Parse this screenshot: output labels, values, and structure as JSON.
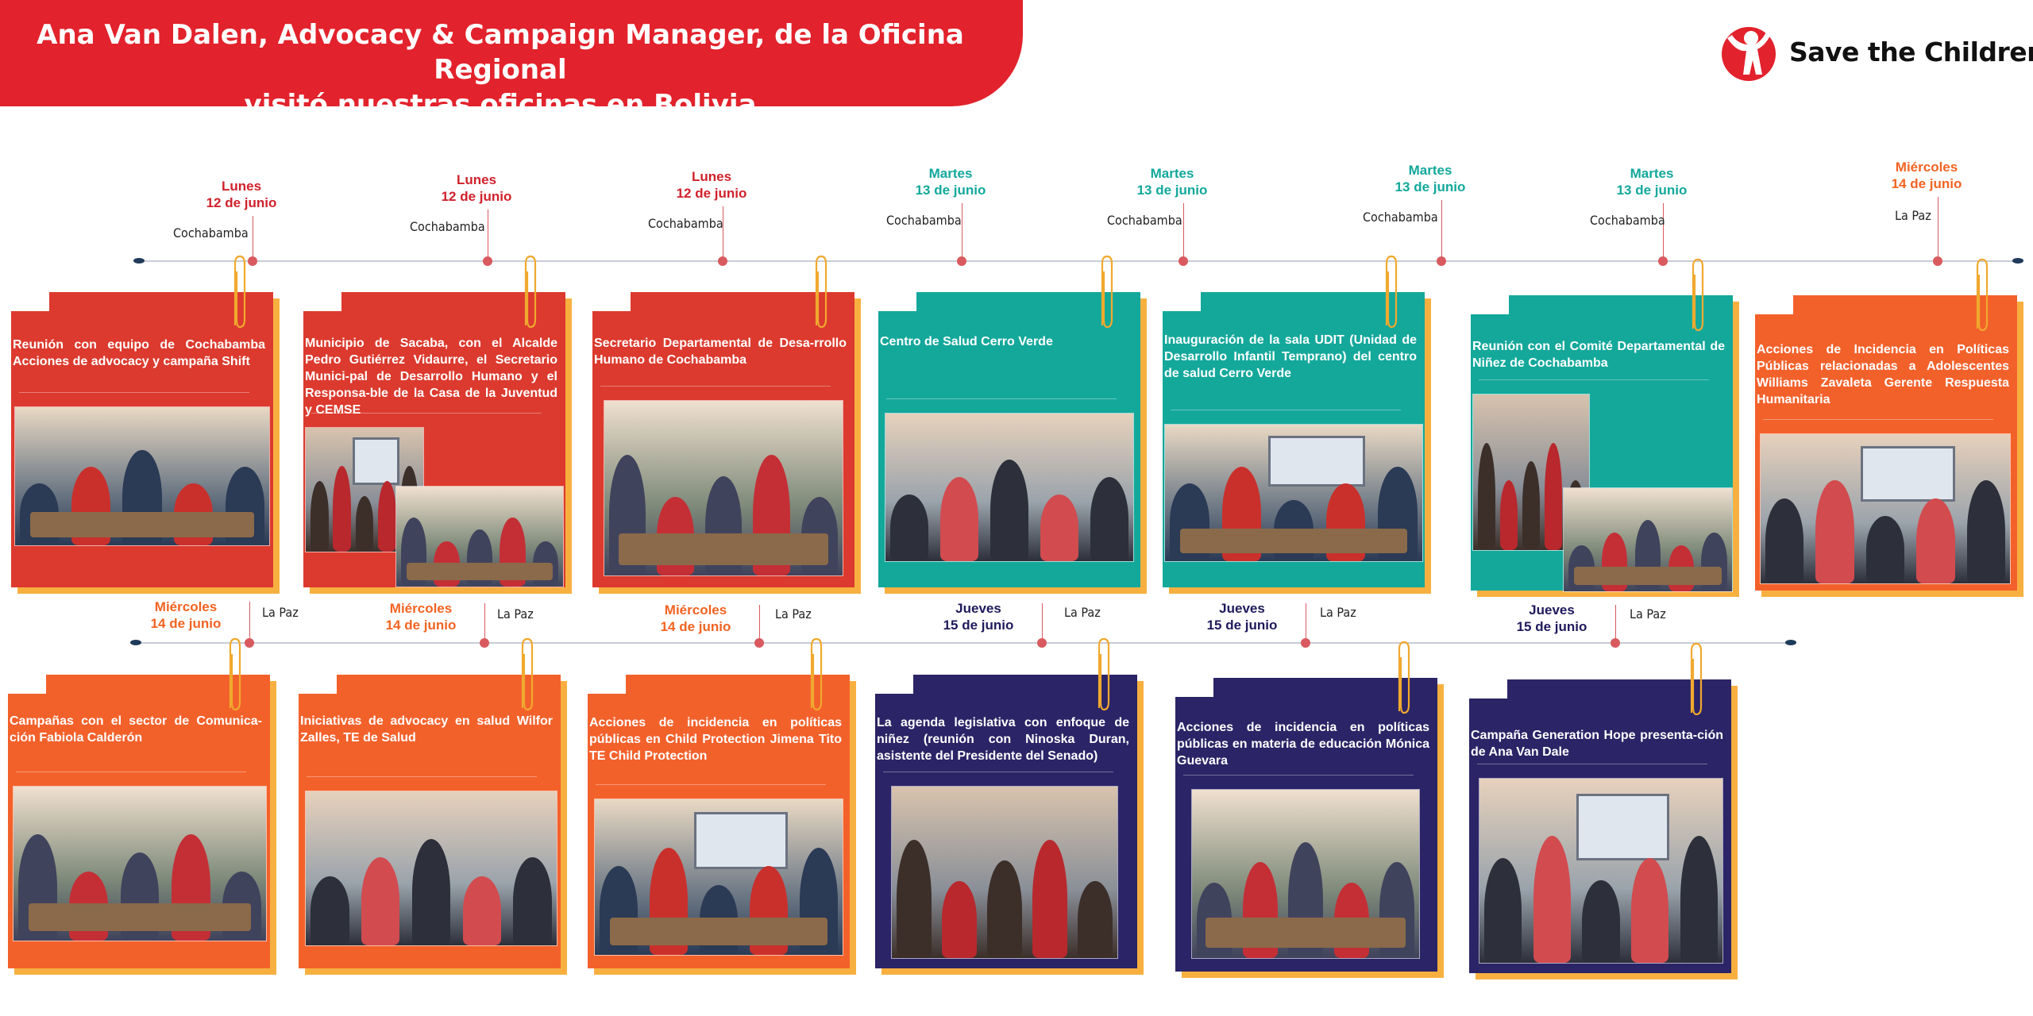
{
  "header": {
    "title_line1": "Ana Van Dalen, Advocacy & Campaign Manager, de la Oficina Regional",
    "title_line2": "visitó nuestras oficinas en Bolivia"
  },
  "logo": {
    "text": "Save the Children",
    "icon": "save-the-children-logo-icon",
    "color": "#e2222c"
  },
  "colors": {
    "red": "#e2222c",
    "teal": "#12a89b",
    "orange": "#f26322",
    "navy": "#2b2466",
    "accent_shadow": "#f7b040"
  },
  "timeline_top": [
    {
      "day": "Lunes",
      "date": "12 de junio",
      "city": "Cochabamba",
      "title": "Reunión con equipo de Cochabamba Acciones de advocacy y campaña Shift",
      "color": "red"
    },
    {
      "day": "Lunes",
      "date": "12 de junio",
      "city": "Cochabamba",
      "title": "Municipio de Sacaba, con el Alcalde Pedro Gutiérrez Vidaurre, el Secretario Munici-pal de Desarrollo Humano y el Responsa-ble de la Casa de la Juventud y CEMSE",
      "color": "red"
    },
    {
      "day": "Lunes",
      "date": "12 de junio",
      "city": "Cochabamba",
      "title": "Secretario Departamental de Desa-rrollo Humano de Cochabamba",
      "color": "red"
    },
    {
      "day": "Martes",
      "date": "13 de junio",
      "city": "Cochabamba",
      "title": "Centro de Salud Cerro Verde",
      "color": "teal"
    },
    {
      "day": "Martes",
      "date": "13 de junio",
      "city": "Cochabamba",
      "title": "Inauguración de la sala UDIT (Unidad de Desarrollo Infantil Temprano) del centro de salud Cerro Verde",
      "color": "teal"
    },
    {
      "day": "Martes",
      "date": "13 de junio",
      "city": "Cochabamba",
      "title": "Reunión con el Comité Departamental de Niñez de Cochabamba",
      "color": "teal"
    },
    {
      "day": "Martes",
      "date": "13 de junio",
      "city": "Cochabamba",
      "title": "",
      "color": "teal"
    },
    {
      "day": "Miércoles",
      "date": "14 de junio",
      "city": "La Paz",
      "title": "Acciones de Incidencia en Políticas Públicas relacionadas a Adolescentes Williams Zavaleta Gerente Respuesta Humanitaria",
      "color": "orange"
    }
  ],
  "timeline_bottom": [
    {
      "day": "Miércoles",
      "date": "14 de junio",
      "city": "La Paz",
      "title": "Campañas con el sector de Comunica-ción Fabiola Calderón",
      "color": "orange"
    },
    {
      "day": "Miércoles",
      "date": "14 de junio",
      "city": "La Paz",
      "title": "Iniciativas de advocacy en salud Wilfor Zalles, TE de Salud",
      "color": "orange"
    },
    {
      "day": "Miércoles",
      "date": "14 de junio",
      "city": "La Paz",
      "title": "Acciones de incidencia en políticas públicas en Child Protection Jimena Tito TE Child Protection",
      "color": "orange"
    },
    {
      "day": "Jueves",
      "date": "15 de junio",
      "city": "La Paz",
      "title": "La agenda legislativa con enfoque de niñez (reunión con Ninoska Duran, asistente del Presidente del Senado)",
      "color": "navy"
    },
    {
      "day": "Jueves",
      "date": "15 de junio",
      "city": "La Paz",
      "title": "Acciones de incidencia en políticas públicas en materia de educación Mónica Guevara",
      "color": "navy"
    },
    {
      "day": "Jueves",
      "date": "15 de junio",
      "city": "La Paz",
      "title": "Campaña Generation Hope presenta-ción de Ana Van Dale",
      "color": "navy"
    }
  ]
}
